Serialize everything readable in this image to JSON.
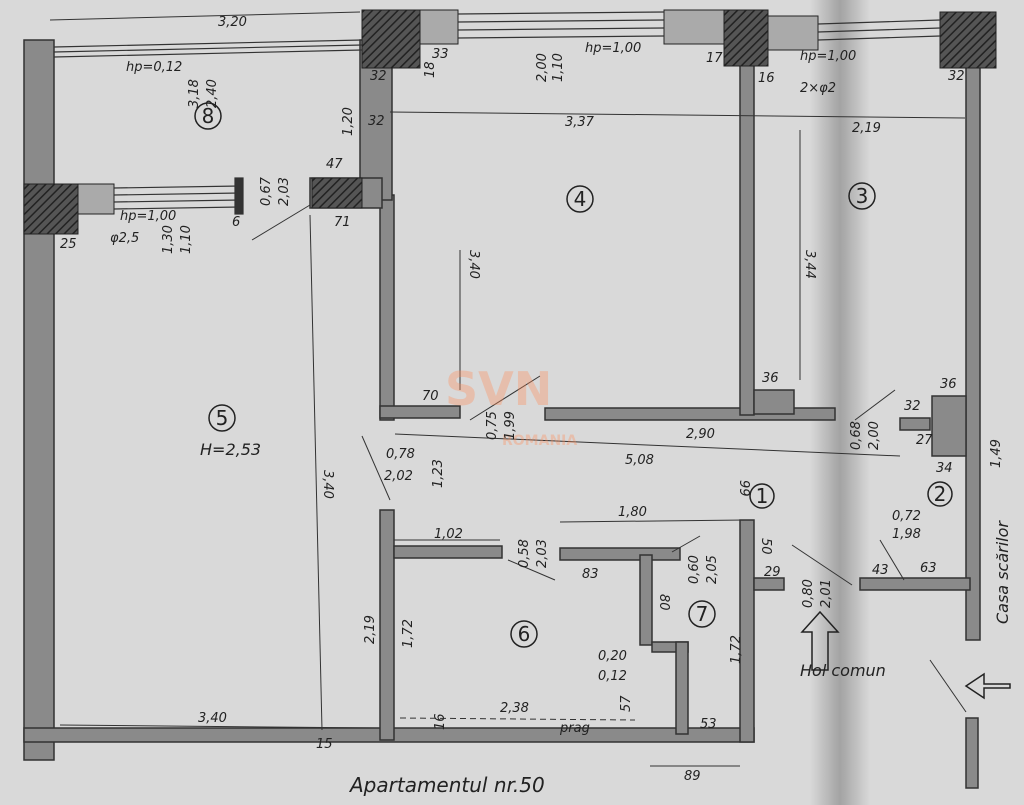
{
  "title": "Apartamentul nr.50",
  "watermark": {
    "brand": "SVN",
    "country": "ROMANIA"
  },
  "rooms": [
    {
      "id": "room-1",
      "number": "1"
    },
    {
      "id": "room-2",
      "number": "2"
    },
    {
      "id": "room-3",
      "number": "3"
    },
    {
      "id": "room-4",
      "number": "4"
    },
    {
      "id": "room-5",
      "number": "5",
      "note": "H=2,53"
    },
    {
      "id": "room-6",
      "number": "6"
    },
    {
      "id": "room-7",
      "number": "7"
    },
    {
      "id": "room-8",
      "number": "8"
    }
  ],
  "labels": {
    "hall": "Hol comun",
    "stairs": "Casa scărilor",
    "prag": "prag"
  },
  "dimensions": {
    "d_320": "3,20",
    "d_hp012": "hp=0,12",
    "d_318": "3,18",
    "d_240": "2,40",
    "d_200": "2,00",
    "d_110": "1,10",
    "d_hp100a": "hp=1,00",
    "d_hp100b": "hp=1,00",
    "d_2phi2": "2×φ2",
    "d_337": "3,37",
    "d_219a": "2,19",
    "d_120": "1,20",
    "d_32a": "32",
    "d_33": "33",
    "d_18": "18",
    "d_32b": "32",
    "d_17": "17",
    "d_16": "16",
    "d_32c": "32",
    "d_47": "47",
    "d_067": "0,67",
    "d_203a": "2,03",
    "d_71": "71",
    "d_340a": "3,40",
    "d_344": "3,44",
    "d_hp100c": "hp=1,00",
    "d_phi25": "φ2,5",
    "d_130": "1,30",
    "d_110b": "1,10",
    "d_6": "6",
    "d_25": "25",
    "d_36a": "36",
    "d_36b": "36",
    "d_70": "70",
    "d_075": "0,75",
    "d_199": "1,99",
    "d_290": "2,90",
    "d_068": "0,68",
    "d_200b": "2,00",
    "d_32d": "32",
    "d_27": "27",
    "d_34": "34",
    "d_149": "1,49",
    "d_078": "0,78",
    "d_202": "2,02",
    "d_123": "1,23",
    "d_508": "5,08",
    "d_340b": "3,40",
    "d_99": "99",
    "d_180": "1,80",
    "d_102": "1,02",
    "d_058": "0,58",
    "d_203b": "2,03",
    "d_83": "83",
    "d_060": "0,60",
    "d_205": "2,05",
    "d_50": "50",
    "d_29": "29",
    "d_072": "0,72",
    "d_198": "1,98",
    "d_43": "43",
    "d_63": "63",
    "d_219b": "2,19",
    "d_172a": "1,72",
    "d_80": "80",
    "d_080": "0,80",
    "d_201": "2,01",
    "d_172b": "1,72",
    "d_020": "0,20",
    "d_012": "0,12",
    "d_340c": "3,40",
    "d_238": "2,38",
    "d_16b": "16",
    "d_57": "57",
    "d_53": "53",
    "d_15": "15",
    "d_89": "89"
  }
}
